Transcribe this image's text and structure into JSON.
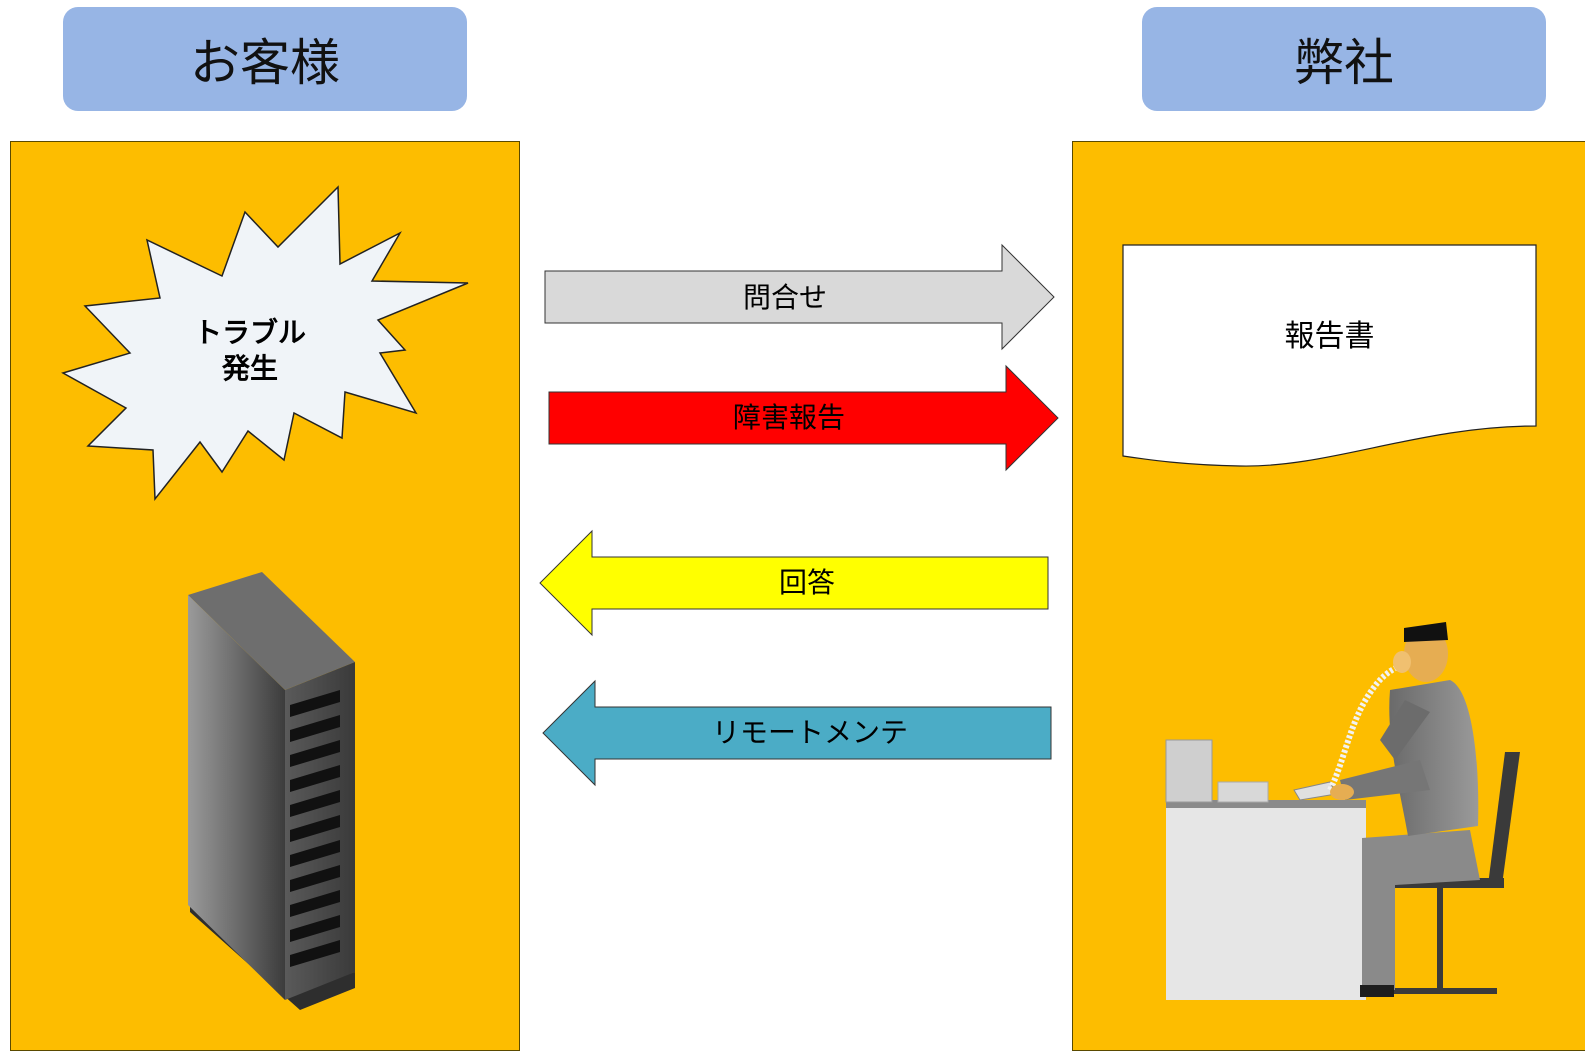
{
  "header": {
    "customer_label": "お客様",
    "company_label": "弊社"
  },
  "customer_side": {
    "burst_text_line1": "トラブル",
    "burst_text_line2": "発生",
    "device_icon": "server-tower-icon"
  },
  "company_side": {
    "document_label": "報告書",
    "person_icon": "support-staff-on-phone-icon"
  },
  "arrows": [
    {
      "label": "問合せ",
      "direction": "right",
      "fill": "#d9d9d9"
    },
    {
      "label": "障害報告",
      "direction": "right",
      "fill": "#ff0000"
    },
    {
      "label": "回答",
      "direction": "left",
      "fill": "#ffff00"
    },
    {
      "label": "リモートメンテ",
      "direction": "left",
      "fill": "#4bacc6"
    }
  ],
  "colors": {
    "header_fill": "#97b5e5",
    "panel_fill": "#fdbd00",
    "burst_fill": "#f0f4f8"
  }
}
